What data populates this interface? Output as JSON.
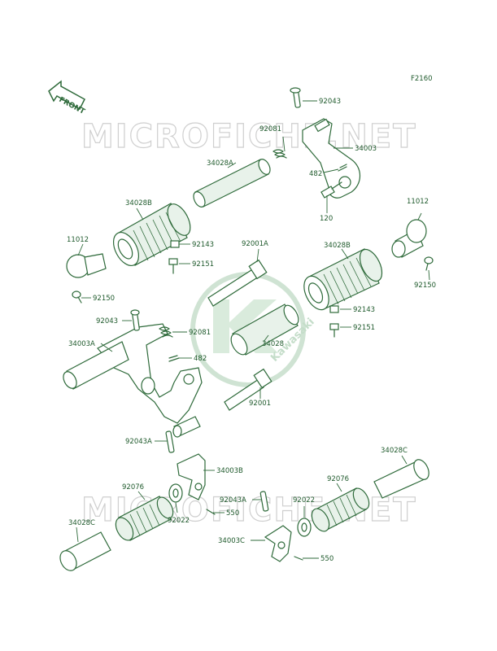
{
  "figure_code": "F2160",
  "front_label": "FRONT",
  "watermarks": [
    "MICROFICHE.NET",
    "MICROFICHE.NET"
  ],
  "logo_text": "Kawasaki",
  "labels": {
    "l92043_top": "92043",
    "l92081_top": "92081",
    "l34003": "34003",
    "l34028A": "34028A",
    "l482_top": "482",
    "l120": "120",
    "l34028B_left": "34028B",
    "l11012_left": "11012",
    "l92143_left": "92143",
    "l92151_left": "92151",
    "l92150_left": "92150",
    "l92001A": "92001A",
    "l34028B_right": "34028B",
    "l11012_right": "11012",
    "l92150_right": "92150",
    "l92143_right": "92143",
    "l92151_right": "92151",
    "l92043_mid": "92043",
    "l92081_mid": "92081",
    "l34003A": "34003A",
    "l482_mid": "482",
    "l34028": "34028",
    "l92001": "92001",
    "l92043A_left": "92043A",
    "l34003B": "34003B",
    "l92076_left": "92076",
    "l92022_left": "92022",
    "l550_left": "550",
    "l92043A_right": "92043A",
    "l92022_right": "92022",
    "l92076_right": "92076",
    "l34028C_right": "34028C",
    "l34028C_left": "34028C",
    "l34003C": "34003C",
    "l550_right": "550"
  }
}
